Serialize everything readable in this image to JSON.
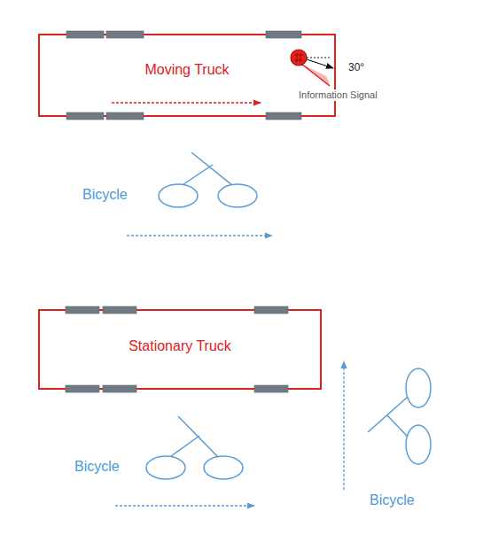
{
  "diagram": {
    "nodes": [
      {
        "text": [
          "Moving Truck"
        ]
      },
      {
        "text": [
          "Stationary Truck"
        ]
      }
    ],
    "labels": [
      "30°",
      "Information Signal",
      "Bicycle",
      "Bicycle",
      "Bicycle"
    ]
  }
}
